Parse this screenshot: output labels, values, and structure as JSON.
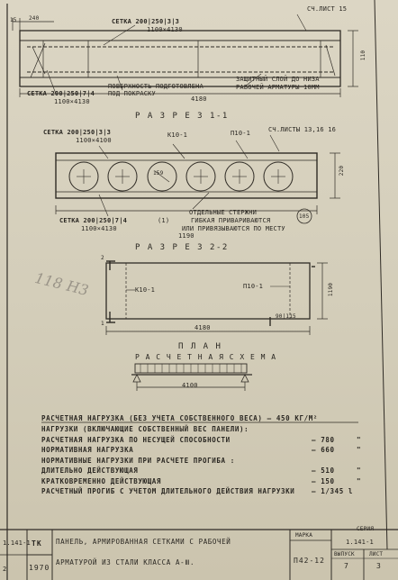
{
  "sheet_label": "СЧ.ЛИСТ 15",
  "top_dims": {
    "d15": "15",
    "d40": "240",
    "d_right": "110"
  },
  "section1": {
    "mesh_top": "СЕТКА 200|250|3|3",
    "mesh_top_size": "1100×4130",
    "mesh_bottom": "СЕТКА 200|250|7|4",
    "mesh_bottom_size": "1100×4130",
    "surface_note_1": "ПОВЕРХНОСТЬ ПОДГОТОВЛЕНА",
    "surface_note_2": "ПОД ПОКРАСКУ",
    "cover_note_1": "ЗАЩИТНЫЙ СЛОЙ ДО НИЗА",
    "cover_note_2": "РАБОЧЕЙ АРМАТУРЫ 10ММ",
    "length": "4180",
    "title": "Р А З Р Е З  1-1"
  },
  "section2": {
    "mesh_top": "СЕТКА 200|250|3|3",
    "mesh_top_size": "1100×4100",
    "frame_k": "К10-1",
    "frame_p": "П10-1",
    "sheets_ref": "СЧ.ЛИСТЫ 13,16 16",
    "mesh_bottom": "СЕТКА 200|250|7|4",
    "mesh_bottom_size": "1100×4130",
    "mark_1": "(1)",
    "void_dim": "159",
    "height": "220",
    "width": "1190",
    "rods_note_1": "ОТДЕЛЬНЫЕ  СТЕРЖНИ",
    "rods_note_2": "ГИБКАЯ ПРИВАРИВАЮТСЯ",
    "rods_note_3": "ИЛИ ПРИВЯЗЫВАЮТСЯ ПО МЕСТУ",
    "circle_ref": "105",
    "title": "Р А З Р Е З  2-2"
  },
  "plan": {
    "frame_k": "К10-1",
    "frame_p": "П10-1",
    "cut_2": "2",
    "cut_1": "1",
    "length": "4180",
    "width": "1190",
    "corner_dim": "90|115",
    "title": "П Л А Н"
  },
  "calc_scheme": {
    "title": "Р А С Ч Е Т Н А Я   С Х Е М А",
    "span": "4100"
  },
  "pencil_note": "118 Н3",
  "loads": {
    "header": "РАСЧЕТНАЯ НАГРУЗКА (БЕЗ УЧЕТА СОБСТВЕННОГО ВЕСА) — 450 КГ/М²",
    "rows": [
      {
        "label": "НАГРУЗКИ (ВКЛЮЧАЮЩИЕ СОБСТВЕННЫЙ ВЕС ПАНЕЛИ):",
        "value": "",
        "unit": ""
      },
      {
        "label": "РАСЧЕТНАЯ НАГРУЗКА ПО НЕСУЩЕЙ СПОСОБНОСТИ",
        "value": "— 780",
        "unit": "\""
      },
      {
        "label": "НОРМАТИВНАЯ НАГРУЗКА",
        "value": "— 660",
        "unit": "\""
      },
      {
        "label": "НОРМАТИВНЫЕ НАГРУЗКИ ПРИ РАСЧЕТЕ ПРОГИБА :",
        "value": "",
        "unit": ""
      },
      {
        "label": "ДЛИТЕЛЬНО ДЕЙСТВУЮЩАЯ",
        "value": "— 510",
        "unit": "\""
      },
      {
        "label": "КРАТКОВРЕМЕННО  ДЕЙСТВУЮЩАЯ",
        "value": "— 150",
        "unit": "\""
      },
      {
        "label": "РАСЧЕТНЫЙ ПРОГИБ С УЧЕТОМ ДЛИТЕЛЬНОГО ДЕЙСТВИЯ НАГРУЗКИ",
        "value": "— 1/345 l",
        "unit": ""
      }
    ]
  },
  "title_block": {
    "left_top": "1.141-1",
    "left_bottom": "2",
    "org": "ТК",
    "year": "1970",
    "desc_1": "ПАНЕЛЬ, АРМИРОВАННАЯ  СЕТКАМИ С РАБОЧЕЙ",
    "desc_2": "АРМАТУРОЙ ИЗ СТАЛИ КЛАССА А-Ⅲ.",
    "mark_head": "МАРКА",
    "mark": "П42-12",
    "series_head": "СЕРИЯ",
    "series": "1.141-1",
    "issue_head": "ВЫПУСК",
    "issue": "7",
    "sheet_head": "ЛИСТ",
    "sheet": "3"
  }
}
